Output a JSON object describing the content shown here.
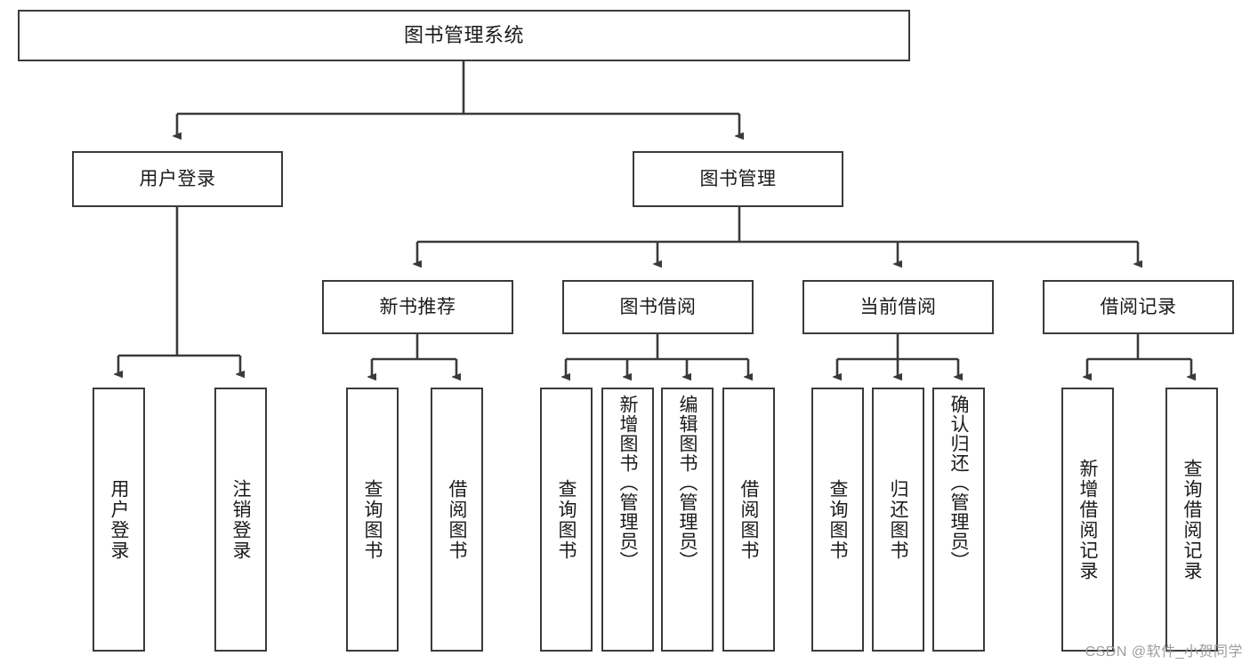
{
  "diagram": {
    "title": "图书管理系统",
    "type": "hierarchy-tree",
    "levels": 4,
    "nodes": {
      "root": {
        "label": "图书管理系统"
      },
      "level2": [
        {
          "id": "user-login",
          "label": "用户登录"
        },
        {
          "id": "book-management",
          "label": "图书管理"
        }
      ],
      "level3": [
        {
          "id": "new-book-recommend",
          "label": "新书推荐",
          "parent": "book-management"
        },
        {
          "id": "book-borrow",
          "label": "图书借阅",
          "parent": "book-management"
        },
        {
          "id": "current-borrow",
          "label": "当前借阅",
          "parent": "book-management"
        },
        {
          "id": "borrow-record",
          "label": "借阅记录",
          "parent": "book-management"
        }
      ],
      "leaves": [
        {
          "id": "leaf-user-login",
          "label": "用户登录",
          "parent": "user-login"
        },
        {
          "id": "leaf-logout",
          "label": "注销登录",
          "parent": "user-login"
        },
        {
          "id": "leaf-query-book-1",
          "label": "查询图书",
          "parent": "new-book-recommend"
        },
        {
          "id": "leaf-borrow-book-1",
          "label": "借阅图书",
          "parent": "new-book-recommend"
        },
        {
          "id": "leaf-query-book-2",
          "label": "查询图书",
          "parent": "book-borrow"
        },
        {
          "id": "leaf-add-book",
          "label": "新增图书（管理员）",
          "parent": "book-borrow"
        },
        {
          "id": "leaf-edit-book",
          "label": "编辑图书（管理员）",
          "parent": "book-borrow"
        },
        {
          "id": "leaf-borrow-book-2",
          "label": "借阅图书",
          "parent": "book-borrow"
        },
        {
          "id": "leaf-query-book-3",
          "label": "查询图书",
          "parent": "current-borrow"
        },
        {
          "id": "leaf-return-book",
          "label": "归还图书",
          "parent": "current-borrow"
        },
        {
          "id": "leaf-confirm-return",
          "label": "确认归还（管理员）",
          "parent": "current-borrow"
        },
        {
          "id": "leaf-add-record",
          "label": "新增借阅记录",
          "parent": "borrow-record"
        },
        {
          "id": "leaf-query-record",
          "label": "查询借阅记录",
          "parent": "borrow-record"
        }
      ]
    },
    "colors": {
      "stroke": "#3a3a3a",
      "fill": "#ffffff",
      "text": "#1b1b1b",
      "watermark": "#9d9d9d"
    }
  },
  "watermark": {
    "text": "CSDN @软件_小贺同学"
  }
}
